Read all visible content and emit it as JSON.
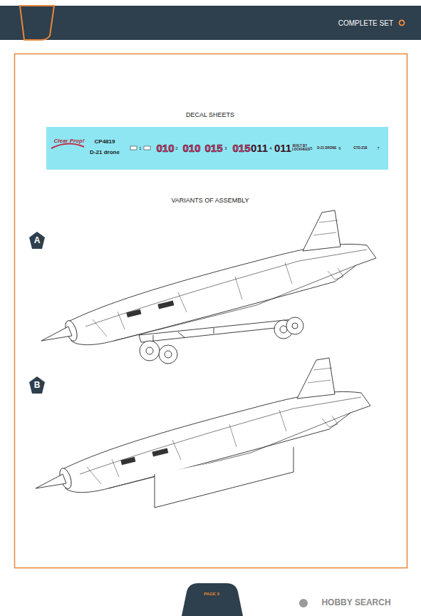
{
  "diagram": {
    "nodes": [
      {
        "text": [
          "COMPLETE SET"
        ]
      },
      {
        "text": [
          "Clear Prop!",
          "CP4819",
          "D-21 drone",
          "1",
          "010",
          "2",
          "010",
          "015",
          "3",
          "015",
          "011",
          "4",
          "011",
          "BUILT BY LOCKHEED",
          "5",
          "D-21 DRONE",
          "6",
          "GTD-21B",
          "7"
        ]
      },
      {
        "text": [
          "A"
        ]
      },
      {
        "text": [
          "B"
        ]
      },
      {
        "text": [
          "PAGE 3"
        ]
      }
    ],
    "labels": [
      "Clear Prop!",
      "DECAL SHEETS",
      "VARIANTS OF ASSEMBLY",
      "HOBBY SEARCH"
    ]
  }
}
